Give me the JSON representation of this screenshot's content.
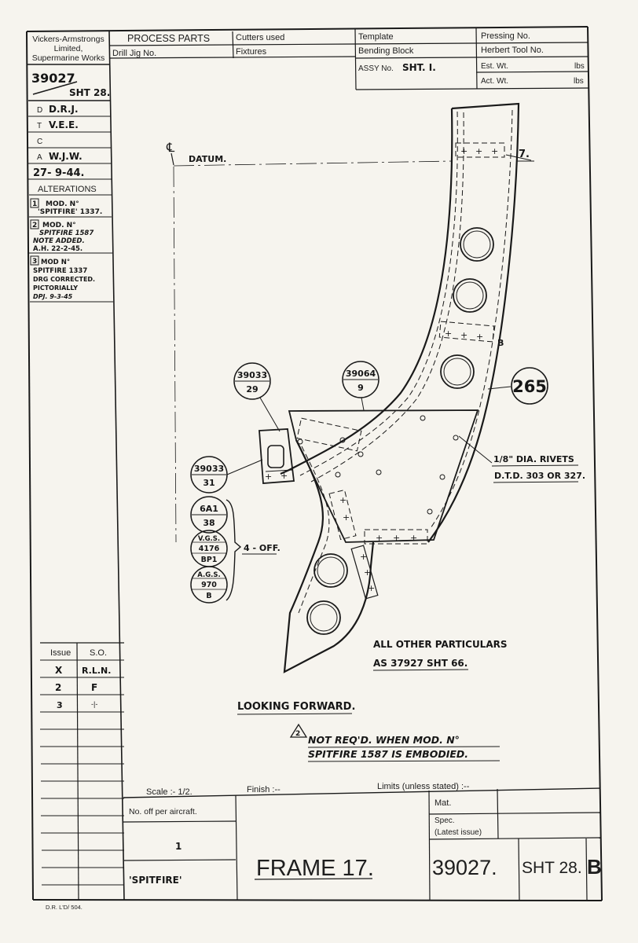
{
  "title_block": {
    "company": [
      "Vickers-Armstrongs",
      "Limited,",
      "Supermarine Works"
    ],
    "drawing_no": "39027",
    "sheet": "SHT 28.",
    "sign_rows": [
      {
        "letter": "D",
        "value": "D.R.J."
      },
      {
        "letter": "T",
        "value": "V.E.E."
      },
      {
        "letter": "C",
        "value": ""
      },
      {
        "letter": "A",
        "value": "W.J.W."
      }
    ],
    "date": "27- 9-44.",
    "alterations_label": "ALTERATIONS",
    "alterations": [
      {
        "num": "1",
        "lines": [
          "MOD. N°",
          "'SPITFIRE' 1337."
        ]
      },
      {
        "num": "2",
        "lines": [
          "MOD. N°",
          "SPITFIRE 1587",
          "NOTE ADDED.",
          "A.H. 22-2-45."
        ]
      },
      {
        "num": "3",
        "lines": [
          "MOD N°",
          "SPITFIRE 1337",
          "DRG CORRECTED.",
          "PICTORIALLY",
          "DPJ. 9-3-45"
        ]
      }
    ],
    "issue_header": "Issue",
    "so_header": "S.O.",
    "issues": [
      {
        "issue": "X",
        "so": "R.L.N."
      },
      {
        "issue": "2",
        "so": "F"
      },
      {
        "issue": "3",
        "so": "-|-"
      }
    ],
    "footer_code": "D.R. L'D/ 504."
  },
  "header": {
    "process_parts": "PROCESS PARTS",
    "drill_jig": "Drill Jig No.",
    "cutters": "Cutters used",
    "fixtures": "Fixtures",
    "template": "Template",
    "bending_block": "Bending Block",
    "assy_label": "ASSY No.",
    "assy_value": "SHT. I.",
    "pressing": "Pressing No.",
    "herbert": "Herbert Tool No.",
    "est_wt": "Est. Wt.",
    "act_wt": "Act. Wt.",
    "lbs": "lbs"
  },
  "drawing": {
    "centerline_symbol": "℄",
    "datum": "DATUM.",
    "callout_7": "7.",
    "callout_b": "B",
    "part_265": "265",
    "part_39064": [
      "39064",
      "9"
    ],
    "part_39033_29": [
      "39033",
      "29"
    ],
    "part_39033_31": [
      "39033",
      "31"
    ],
    "stack_items": [
      [
        "6A1",
        "38"
      ],
      [
        "V.G.S.",
        "4176",
        "BP1"
      ],
      [
        "A.G.S.",
        "970",
        "B"
      ]
    ],
    "four_off": "4 - OFF.",
    "rivets": [
      "1/8\" DIA. RIVETS",
      "D.T.D. 303 OR 327."
    ],
    "other_particulars": [
      "ALL OTHER PARTICULARS",
      "AS 37927 SHT 66."
    ],
    "looking_forward": "LOOKING FORWARD.",
    "note_num": "2",
    "note": [
      "NOT REQ'D. WHEN MOD. N°",
      "SPITFIRE 1587 IS EMBODIED."
    ]
  },
  "bottom": {
    "scale": "Scale :- 1/2.",
    "finish": "Finish :--",
    "limits": "Limits (unless stated) :--",
    "mat": "Mat.",
    "spec": "Spec.",
    "latest_issue": "(Latest issue)",
    "no_off_label": "No. off per aircraft.",
    "no_off_value": "1",
    "aircraft": "'SPITFIRE'",
    "part_name": "FRAME 17.",
    "drawing_no": "39027.",
    "sheet": "SHT 28.",
    "issue_letter": "B"
  }
}
